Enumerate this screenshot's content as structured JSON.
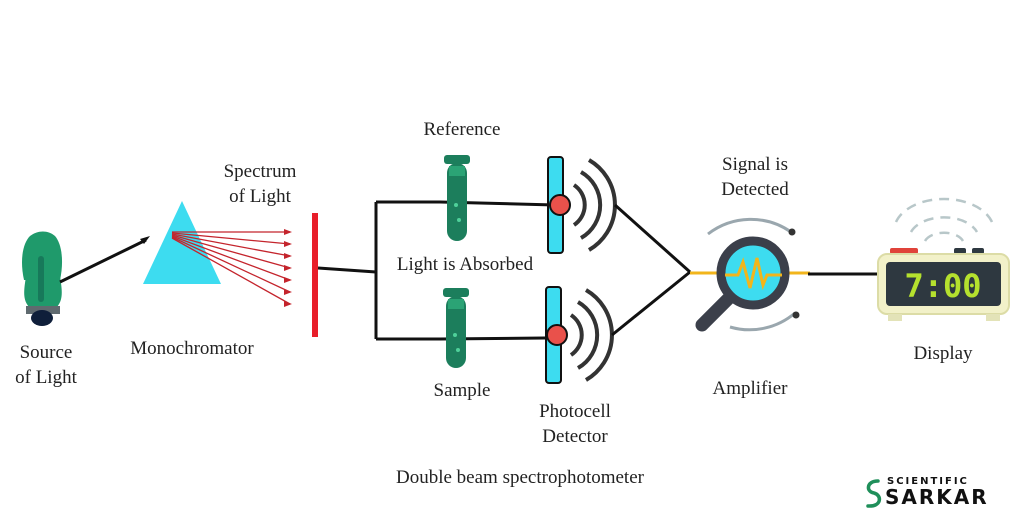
{
  "labels": {
    "source": [
      "Source",
      "of Light"
    ],
    "monochromator": "Monochromator",
    "spectrum": [
      "Spectrum",
      "of Light"
    ],
    "reference": "Reference",
    "light_absorbed": "Light is Absorbed",
    "sample": "Sample",
    "photocell": [
      "Photocell",
      "Detector"
    ],
    "signal": [
      "Signal is",
      "Detected"
    ],
    "amplifier": "Amplifier",
    "display": "Display",
    "caption": "Double beam spectrophotometer"
  },
  "display_readout": "7:00",
  "brand": {
    "line1": "SCIENTIFIC",
    "line2": "SARKAR"
  },
  "colors": {
    "bulb": "#1f9a6b",
    "prism": "#3ddcf0",
    "rays": "#c4242c",
    "spectrum_bar": "#e81e2a",
    "tube": "#1c7e5c",
    "detector": "#3ddcf0",
    "detector_dot": "#e9514b",
    "lcd": "#b5e12e",
    "wire": "#111111"
  }
}
